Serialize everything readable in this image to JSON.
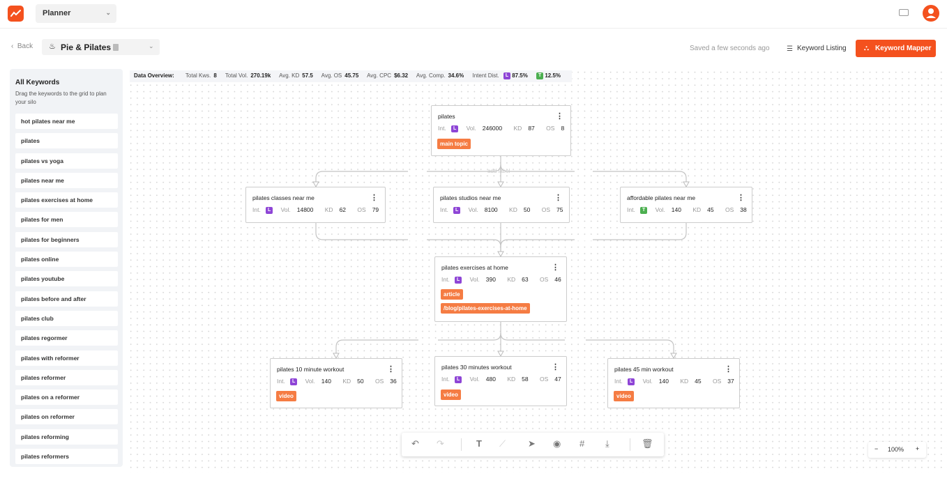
{
  "app": {
    "workspace": "Planner"
  },
  "colors": {
    "accent": "#f4511e",
    "intent_L": "#8e45d6",
    "intent_T": "#4caf50",
    "tag": "#f57c43"
  },
  "header": {
    "back_label": "Back",
    "project_name": "Pie & Pilates",
    "saved_status": "Saved a few seconds ago",
    "keyword_listing_label": "Keyword Listing",
    "keyword_mapper_label": "Keyword Mapper"
  },
  "sidebar": {
    "title": "All Keywords",
    "hint": "Drag the keywords to the grid to plan your silo",
    "keywords": [
      "hot pilates near me",
      "pilates",
      "pilates vs yoga",
      "pilates near me",
      "pilates exercises at home",
      "pilates for men",
      "pilates for beginners",
      "pilates online",
      "pilates youtube",
      "pilates before and after",
      "pilates club",
      "pilates regormer",
      "pilates with reformer",
      "pilates reformer",
      "pilates on a reformer",
      "pilates on reformer",
      "pilates reforming",
      "pilates reformers"
    ]
  },
  "overview": {
    "title": "Data Overview:",
    "total_kws_label": "Total Kws.",
    "total_kws": "8",
    "total_vol_label": "Total Vol.",
    "total_vol": "270.19k",
    "avg_kd_label": "Avg. KD",
    "avg_kd": "57.5",
    "avg_os_label": "Avg. OS",
    "avg_os": "45.75",
    "avg_cpc_label": "Avg. CPC",
    "avg_cpc": "$6.32",
    "avg_comp_label": "Avg. Comp.",
    "avg_comp": "34.6%",
    "intent_label": "Intent Dist.",
    "intent_L": "L",
    "intent_L_pct": "87.5%",
    "intent_T": "T",
    "intent_T_pct": "12.5%"
  },
  "metric_labels": {
    "int": "Int.",
    "vol": "Vol.",
    "kd": "KD",
    "os": "OS"
  },
  "add_label": "add label",
  "nodes": [
    {
      "kw": "pilates",
      "intent": "L",
      "vol": "246000",
      "kd": "87",
      "os": "8",
      "tags": [
        "main topic"
      ]
    },
    {
      "kw": "pilates classes near me",
      "intent": "L",
      "vol": "14800",
      "kd": "62",
      "os": "79",
      "tags": []
    },
    {
      "kw": "pilates studios near me",
      "intent": "L",
      "vol": "8100",
      "kd": "50",
      "os": "75",
      "tags": []
    },
    {
      "kw": "affordable pilates near me",
      "intent": "T",
      "vol": "140",
      "kd": "45",
      "os": "38",
      "tags": []
    },
    {
      "kw": "pilates exercises at home",
      "intent": "L",
      "vol": "390",
      "kd": "63",
      "os": "46",
      "tags": [
        "article",
        "/blog/pilates-exercises-at-home"
      ]
    },
    {
      "kw": "pilates 10 minute workout",
      "intent": "L",
      "vol": "140",
      "kd": "50",
      "os": "36",
      "tags": [
        "video"
      ]
    },
    {
      "kw": "pilates 30 minutes workout",
      "intent": "L",
      "vol": "480",
      "kd": "58",
      "os": "47",
      "tags": [
        "video"
      ]
    },
    {
      "kw": "pilates 45 min workout",
      "intent": "L",
      "vol": "140",
      "kd": "45",
      "os": "37",
      "tags": [
        "video"
      ]
    }
  ],
  "zoom": {
    "minus": "−",
    "value": "100%",
    "plus": "+"
  }
}
